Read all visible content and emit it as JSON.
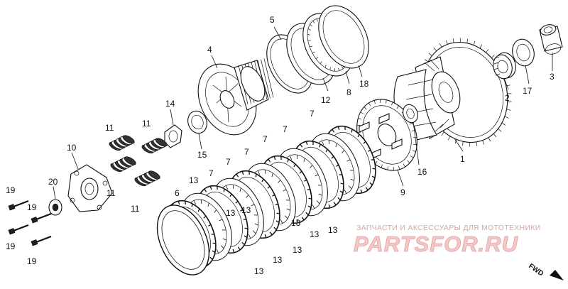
{
  "diagram": {
    "labels": {
      "p1": "1",
      "p2": "2",
      "p3": "3",
      "p4": "4",
      "p5": "5",
      "p6": "6",
      "p7a": "7",
      "p7b": "7",
      "p7c": "7",
      "p7d": "7",
      "p7e": "7",
      "p7f": "7",
      "p8": "8",
      "p9": "9",
      "p10": "10",
      "p11a": "11",
      "p11b": "11",
      "p11c": "11",
      "p11d": "11",
      "p12": "12",
      "p13a": "13",
      "p13b": "13",
      "p13c": "13",
      "p13d": "13",
      "p13e": "13",
      "p13f": "13",
      "p13g": "13",
      "p13h": "13",
      "p13i": "13",
      "p14": "14",
      "p15": "15",
      "p16": "16",
      "p17": "17",
      "p18": "18",
      "p19a": "19",
      "p19b": "19",
      "p19c": "19",
      "p19d": "19",
      "p20": "20"
    },
    "fwd_label": "FWD"
  },
  "watermark": {
    "line1": "ЗАПЧАСТИ И АКСЕССУАРЫ ДЛЯ МОТОТЕХНИКИ",
    "brand": "PARTSFOR.RU"
  }
}
